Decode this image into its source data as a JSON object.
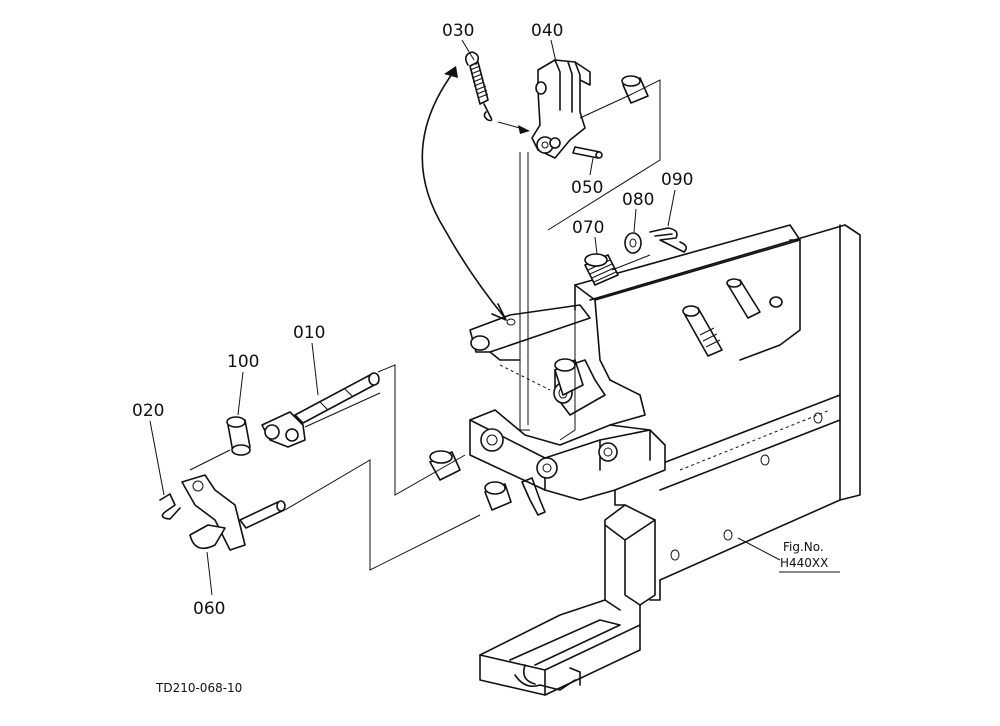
{
  "parts": [
    {
      "id": "p010",
      "label": "010"
    },
    {
      "id": "p020",
      "label": "020"
    },
    {
      "id": "p030",
      "label": "030"
    },
    {
      "id": "p040",
      "label": "040"
    },
    {
      "id": "p050",
      "label": "050"
    },
    {
      "id": "p060",
      "label": "060"
    },
    {
      "id": "p070",
      "label": "070"
    },
    {
      "id": "p080",
      "label": "080"
    },
    {
      "id": "p090",
      "label": "090"
    },
    {
      "id": "p100",
      "label": "100"
    }
  ],
  "figure": {
    "fig_label": "Fig.No.",
    "fig_number": "H440XX"
  },
  "drawing_code": "TD210-068-10"
}
